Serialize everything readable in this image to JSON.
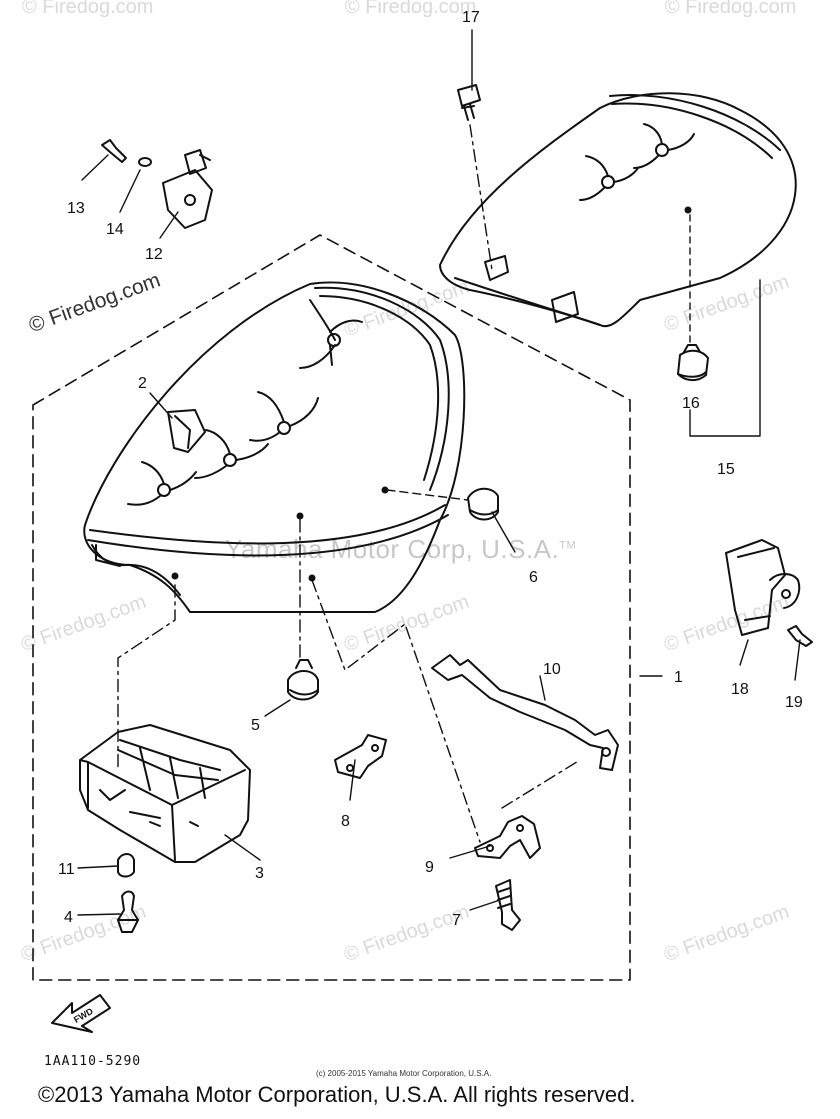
{
  "watermarks": {
    "brand": "© Firedog.com",
    "center": "Yamaha Motor Corp, U.S.A.",
    "trademark": "TM"
  },
  "callouts": [
    "1",
    "2",
    "3",
    "4",
    "5",
    "6",
    "7",
    "8",
    "9",
    "10",
    "11",
    "12",
    "13",
    "14",
    "15",
    "16",
    "17",
    "18",
    "19"
  ],
  "fwd_label": "FWD",
  "part_code": "1AA110-5290",
  "small_copyright": "(c) 2005-2015 Yamaha Motor Corporation, U.S.A.",
  "footer_copyright": "©2013 Yamaha Motor Corporation, U.S.A. All rights reserved."
}
